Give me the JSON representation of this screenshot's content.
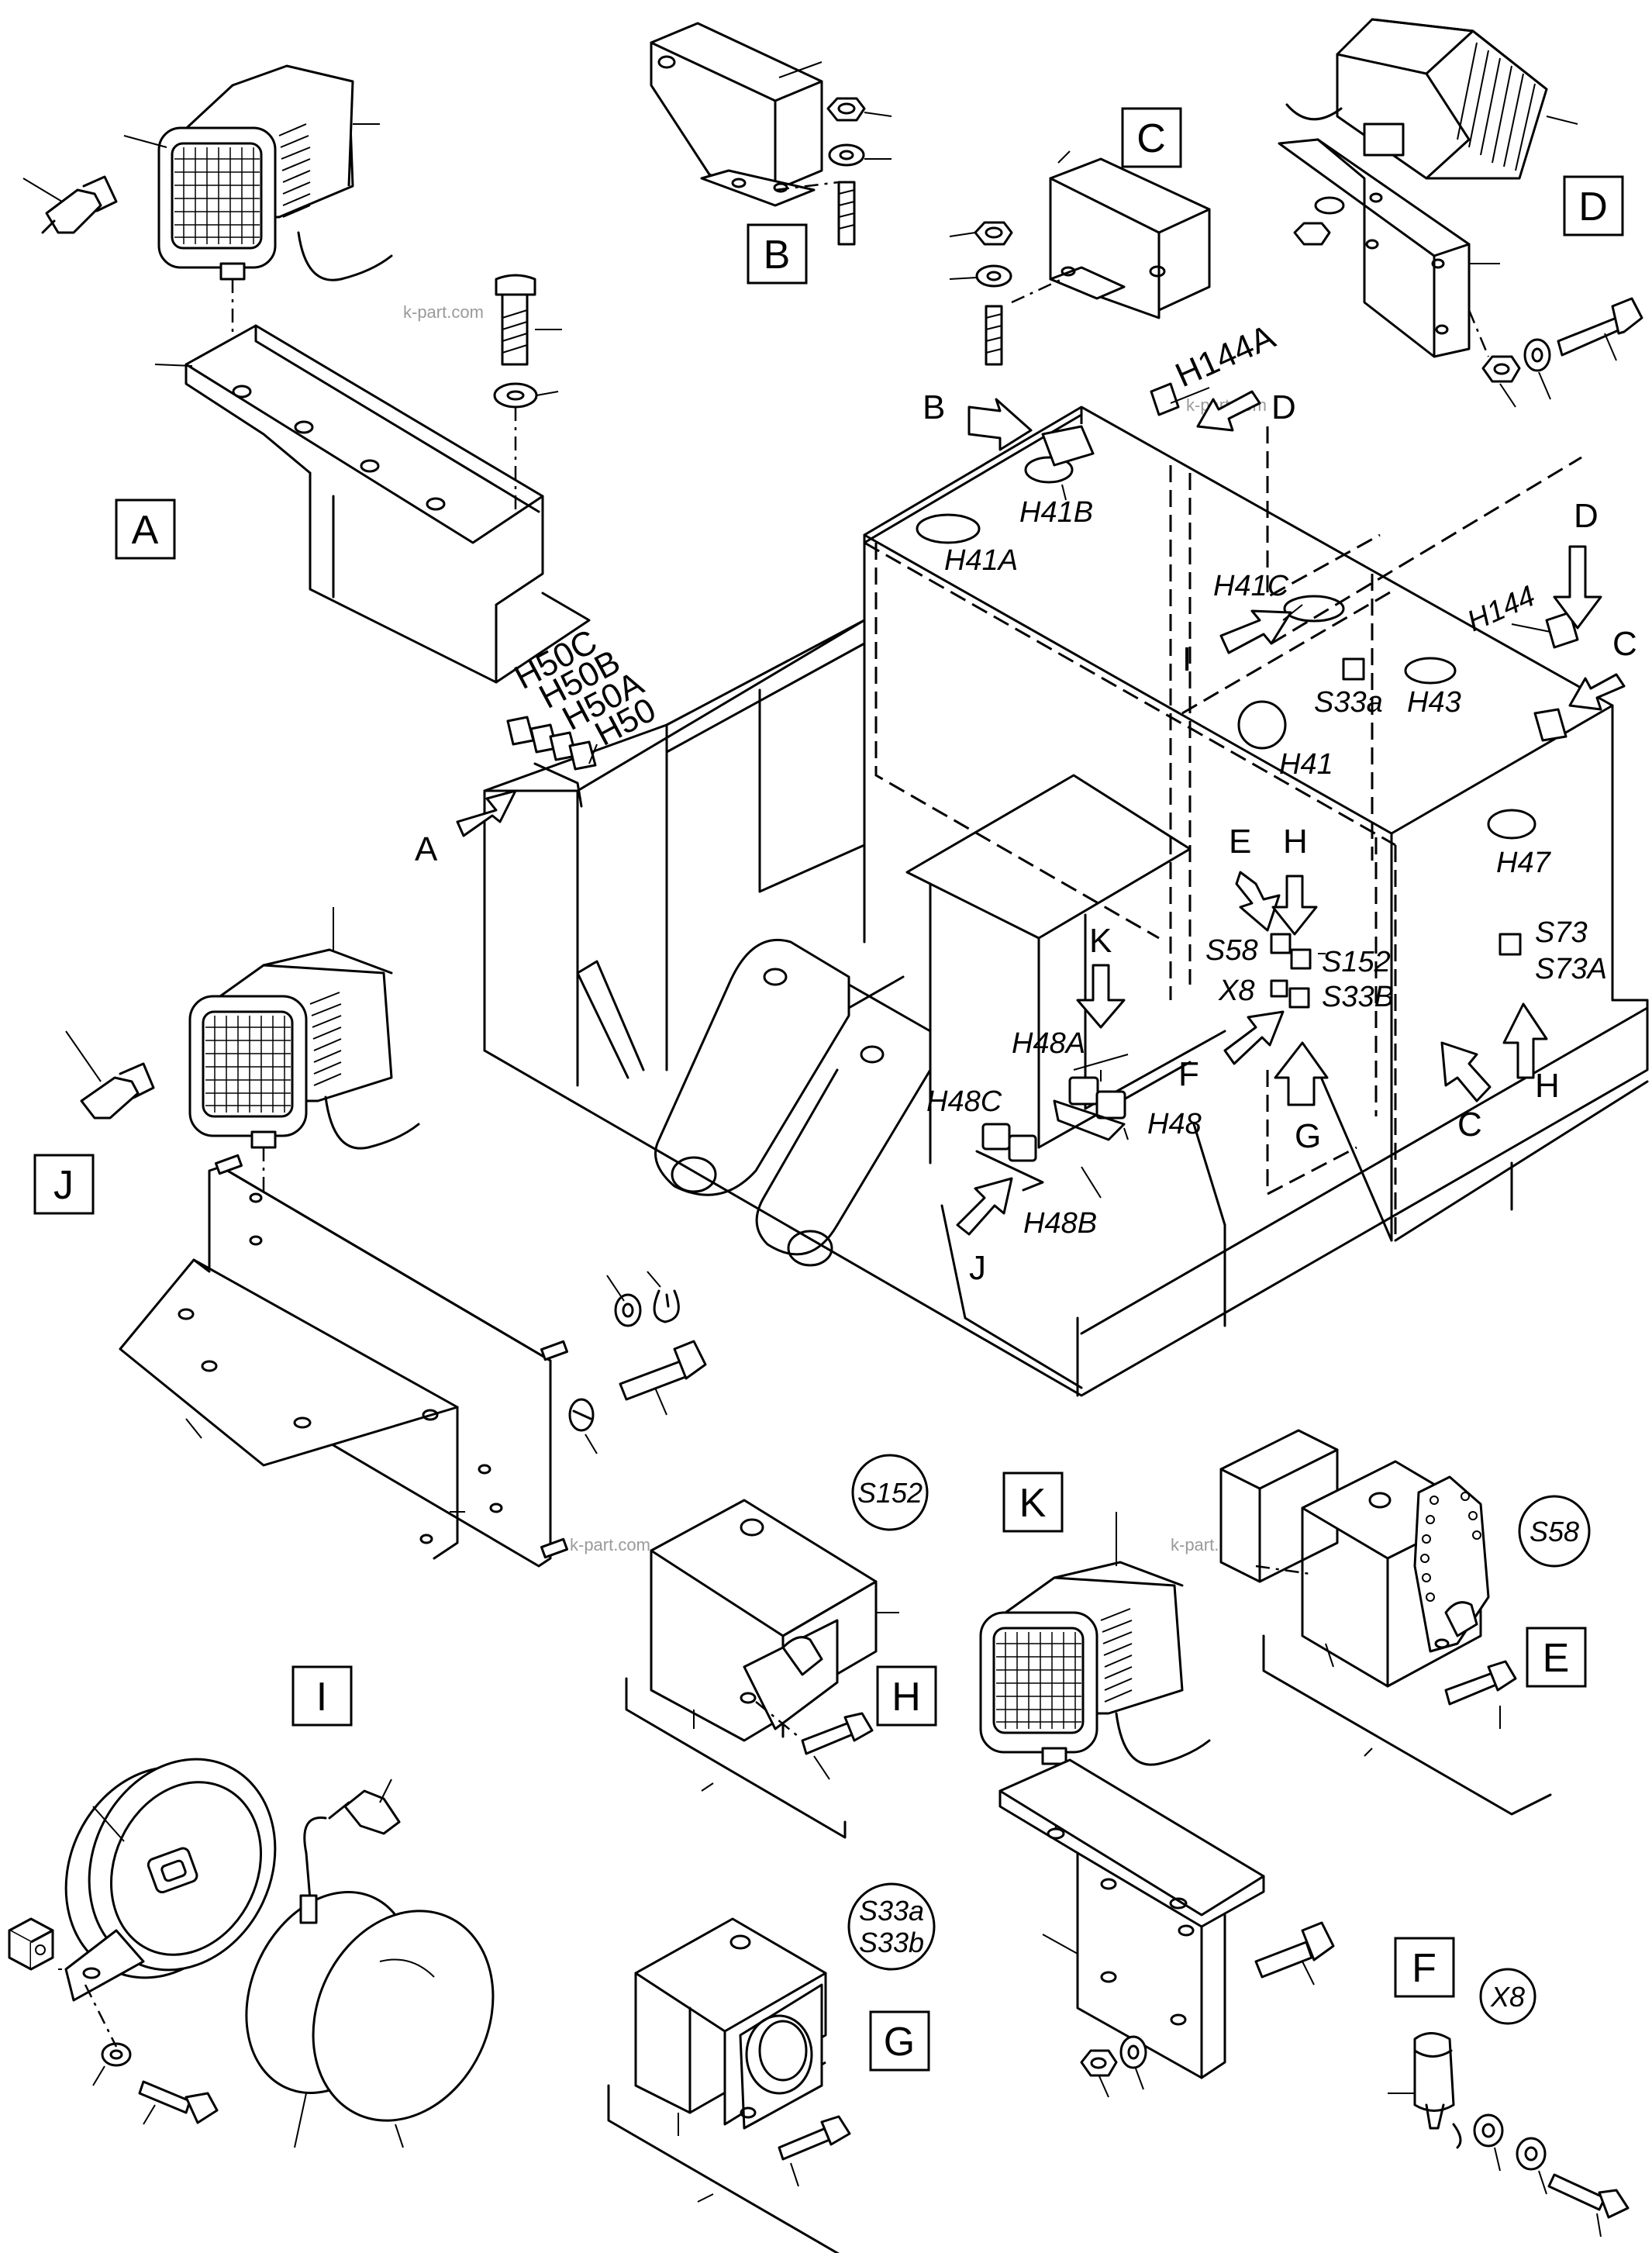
{
  "watermark": "k-part.com",
  "view_boxes": {
    "A": "A",
    "B": "B",
    "C": "C",
    "D": "D",
    "E": "E",
    "F": "F",
    "G": "G",
    "H": "H",
    "I": "I",
    "J": "J",
    "K": "K"
  },
  "circle_labels": {
    "s152": "S152",
    "s58": "S58",
    "s33a": "S33a",
    "s33b": "S33b",
    "x8": "X8"
  },
  "frame_labels": {
    "h50c": "H50C",
    "h50b": "H50B",
    "h50a": "H50A",
    "h50": "H50",
    "h144a": "H144A",
    "h41b": "H41B",
    "h41a": "H41A",
    "h41c": "H41C",
    "h144": "H144",
    "s33a": "S33a",
    "h43": "H43",
    "h41": "H41",
    "h47": "H47",
    "s58": "S58",
    "s152": "S152",
    "x8": "X8",
    "s33b": "S33B",
    "s73": "S73",
    "s73a": "S73A",
    "h48a": "H48A",
    "h48c": "H48C",
    "h48": "H48",
    "h48b": "H48B"
  },
  "pointer_letters": {
    "a": "A",
    "b": "B",
    "d_top": "D",
    "d_right": "D",
    "c_right": "C",
    "i": "I",
    "e": "E",
    "h_top": "H",
    "k": "K",
    "f": "F",
    "g": "G",
    "c_bottom": "C",
    "h_bottom": "H",
    "j": "J"
  }
}
